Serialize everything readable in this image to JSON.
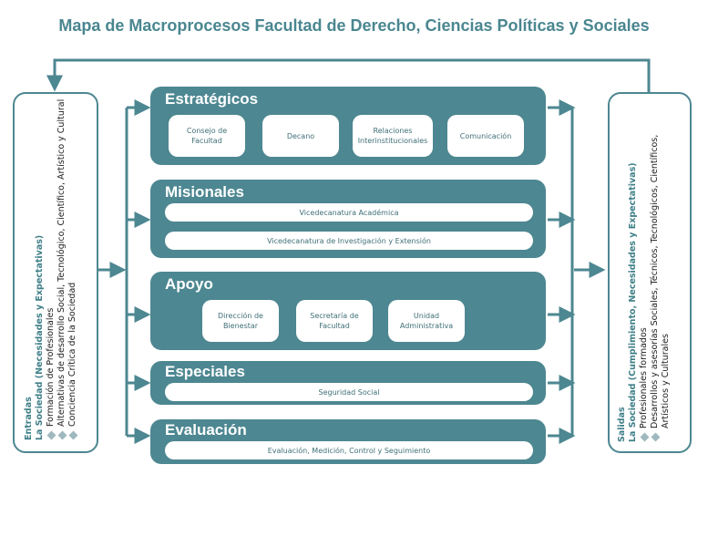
{
  "title": "Mapa de Macroprocesos Facultad de Derecho, Ciencias Políticas y Sociales",
  "colors": {
    "accent": "#4d8791",
    "title": "#4a8690",
    "bullet": "#9fb8bd"
  },
  "entradas": {
    "label": "Entradas",
    "subtitle": "La Sociedad (Necesidades y Expectativas)",
    "items": [
      "Formación de Profesionales",
      "Alternativas de desarrollo Social,  Tecnológico, Científico, Artístico y Cultural",
      "Conciencia Crítica de la Sociedad"
    ]
  },
  "salidas": {
    "label": "Salidas",
    "subtitle": "La Sociedad (Cumplimiento, Necesidades y Expectativas)",
    "item1": "Profesionales formados",
    "item2_line1": "Desarrollos y asesorías Sociales, Técnicos, Tecnológicos, Científicos,",
    "item2_line2": "Artísticos y Culturales"
  },
  "panels": {
    "estrategicos": {
      "title": "Estratégicos",
      "items": [
        "Consejo de Facultad",
        "Decano",
        "Relaciones Interinstitucionales",
        "Comunicación"
      ]
    },
    "misionales": {
      "title": "Misionales",
      "items": [
        "Vicedecanatura Académica",
        "Vicedecanatura de Investigación y Extensión"
      ]
    },
    "apoyo": {
      "title": "Apoyo",
      "items": [
        "Dirección de Bienestar",
        "Secretaría de Facultad",
        "Unidad Administrativa"
      ]
    },
    "especiales": {
      "title": "Especiales",
      "items": [
        "Seguridad Social"
      ]
    },
    "evaluacion": {
      "title": "Evaluación",
      "items": [
        "Evaluación, Medición, Control y Seguimiento"
      ]
    }
  }
}
